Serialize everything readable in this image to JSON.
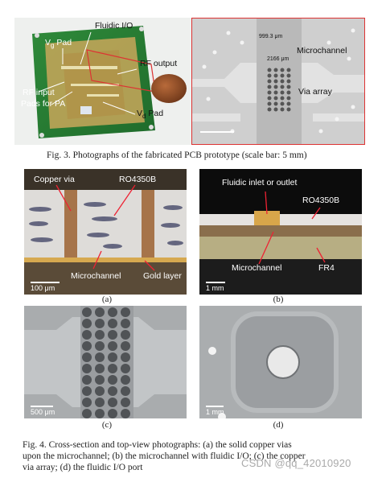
{
  "fig3": {
    "labels": {
      "fluidic_io": "Fluidic I/O",
      "vg_pad": "V",
      "vg_sub": "g",
      "pad": " Pad",
      "rf_output": "RF output",
      "rf_input": "RF input",
      "pads_for_pa": "Pads for PA",
      "vd_pad": "V",
      "vd_sub": "d",
      "microchannel": "Microchannel",
      "via_array": "Via array",
      "dim1": "999.3 μm",
      "dim2": "2166 μm"
    },
    "caption": "Fig. 3.  Photographs of the fabricated PCB prototype (scale bar: 5 mm)"
  },
  "fig4a": {
    "copper_via": "Copper via",
    "ro4350b": "RO4350B",
    "microchannel": "Microchannel",
    "gold_layer": "Gold layer",
    "scale": "100 μm",
    "tag": "(a)"
  },
  "fig4b": {
    "fluidic": "Fluidic inlet or outlet",
    "ro4350b": "RO4350B",
    "microchannel": "Microchannel",
    "fr4": "FR4",
    "scale": "1 mm",
    "tag": "(b)"
  },
  "fig4c": {
    "scale": "500 μm",
    "tag": "(c)"
  },
  "fig4d": {
    "scale": "1 mm",
    "tag": "(d)"
  },
  "fig4_caption": {
    "line1": "Fig. 4.   Cross-section and top-view photographs: (a) the solid copper vias",
    "line2": "upon the microchannel; (b) the microchannel with fluidic I/O; (c) the copper",
    "line3": "via array; (d) the fluidic I/O port"
  },
  "watermark": "CSDN @qq_42010920"
}
